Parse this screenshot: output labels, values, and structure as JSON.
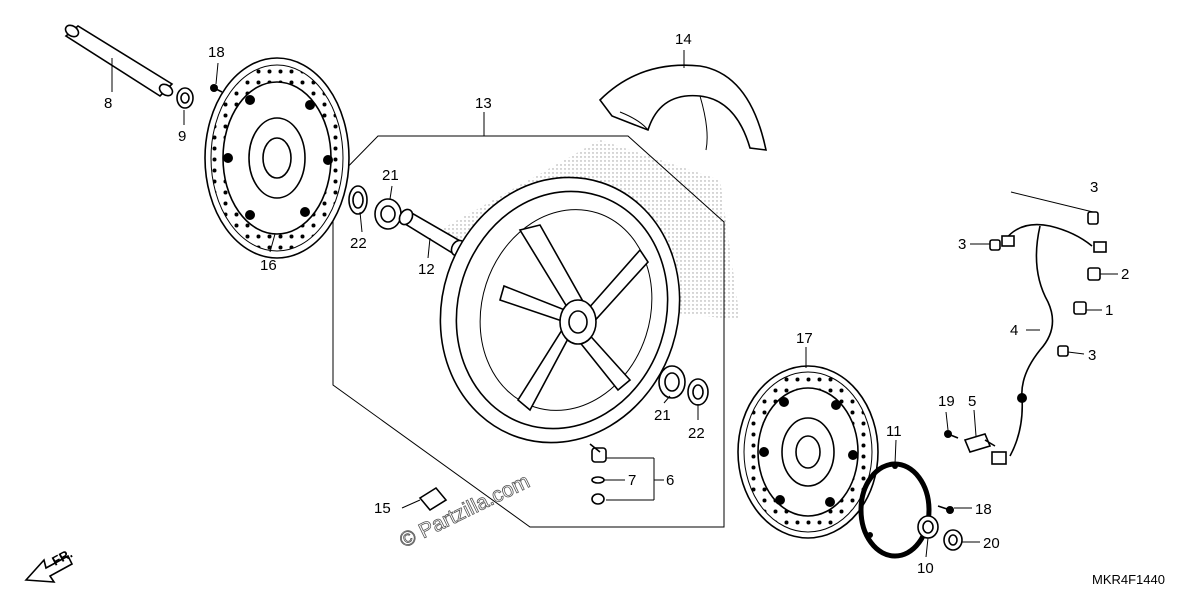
{
  "callouts": [
    {
      "id": "1",
      "part": "clip"
    },
    {
      "id": "2",
      "part": "clip"
    },
    {
      "id": "3a",
      "text": "3",
      "part": "clamp"
    },
    {
      "id": "3b",
      "text": "3",
      "part": "clamp"
    },
    {
      "id": "3c",
      "text": "3",
      "part": "clamp"
    },
    {
      "id": "4",
      "part": "speed sensor cable"
    },
    {
      "id": "5",
      "part": "sensor stay"
    },
    {
      "id": "6",
      "part": "valve assembly"
    },
    {
      "id": "7",
      "part": "valve washer"
    },
    {
      "id": "8",
      "part": "front axle"
    },
    {
      "id": "9",
      "part": "collar"
    },
    {
      "id": "10",
      "part": "collar"
    },
    {
      "id": "11",
      "part": "pulser ring"
    },
    {
      "id": "12",
      "part": "distance collar"
    },
    {
      "id": "13",
      "part": "front wheel"
    },
    {
      "id": "14",
      "part": "tire"
    },
    {
      "id": "15",
      "part": "balance weight"
    },
    {
      "id": "16",
      "part": "brake disc"
    },
    {
      "id": "17",
      "part": "brake disc"
    },
    {
      "id": "18a",
      "text": "18",
      "part": "disc bolt"
    },
    {
      "id": "18b",
      "text": "18",
      "part": "disc bolt"
    },
    {
      "id": "19",
      "part": "bolt"
    },
    {
      "id": "20",
      "part": "axle nut"
    },
    {
      "id": "21a",
      "text": "21",
      "part": "bearing"
    },
    {
      "id": "21b",
      "text": "21",
      "part": "bearing"
    },
    {
      "id": "22a",
      "text": "22",
      "part": "dust seal"
    },
    {
      "id": "22b",
      "text": "22",
      "part": "dust seal"
    }
  ],
  "watermark": "© Partzilla.com",
  "diagram_code": "MKR4F1440",
  "direction_label": "FR."
}
